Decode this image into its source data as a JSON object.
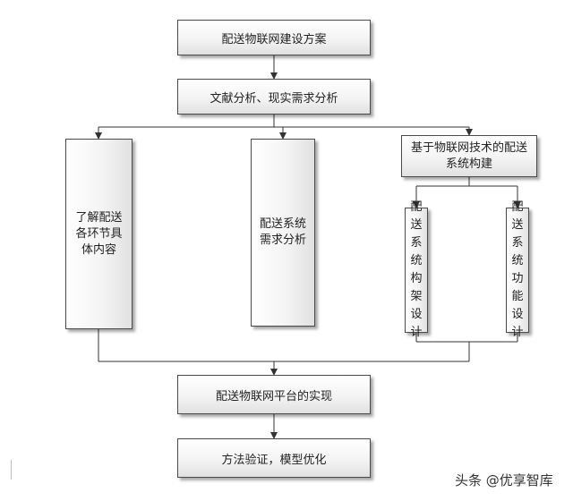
{
  "diagram": {
    "top": "配送物联网建设方案",
    "analysis": "文献分析、现实需求分析",
    "branch_left": "了解配送各环节具体内容",
    "branch_middle": "配送系统需求分析",
    "branch_right": "基于物联网技术的配送系统构建",
    "sub_left": "配送系统构架设计",
    "sub_right": "配送系统功能设计",
    "implementation": "配送物联网平台的实现",
    "validation": "方法验证，模型优化"
  },
  "watermark": "头条 @优享智库",
  "colors": {
    "border": "#4a4a4a",
    "line": "#333333"
  }
}
